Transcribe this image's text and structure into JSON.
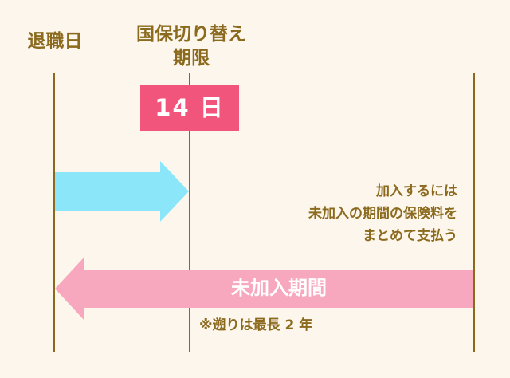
{
  "colors": {
    "background": "#fdf6ec",
    "text": "#8b6a1e",
    "line": "#8b6a1e",
    "badge": "#f2557c",
    "blue_arrow": "#8ae6f8",
    "pink_arrow": "#f7a8be"
  },
  "timeline": {
    "retirement_label": "退職日",
    "deadline_label_line1": "国保切り替え",
    "deadline_label_line2": "期限"
  },
  "badge": {
    "text": "14 日"
  },
  "note": {
    "line1": "加入するには",
    "line2": "未加入の期間の保険料を",
    "line3": "まとめて支払う"
  },
  "period": {
    "label": "未加入期間"
  },
  "footnote": {
    "text": "※遡りは最長 2 年"
  }
}
